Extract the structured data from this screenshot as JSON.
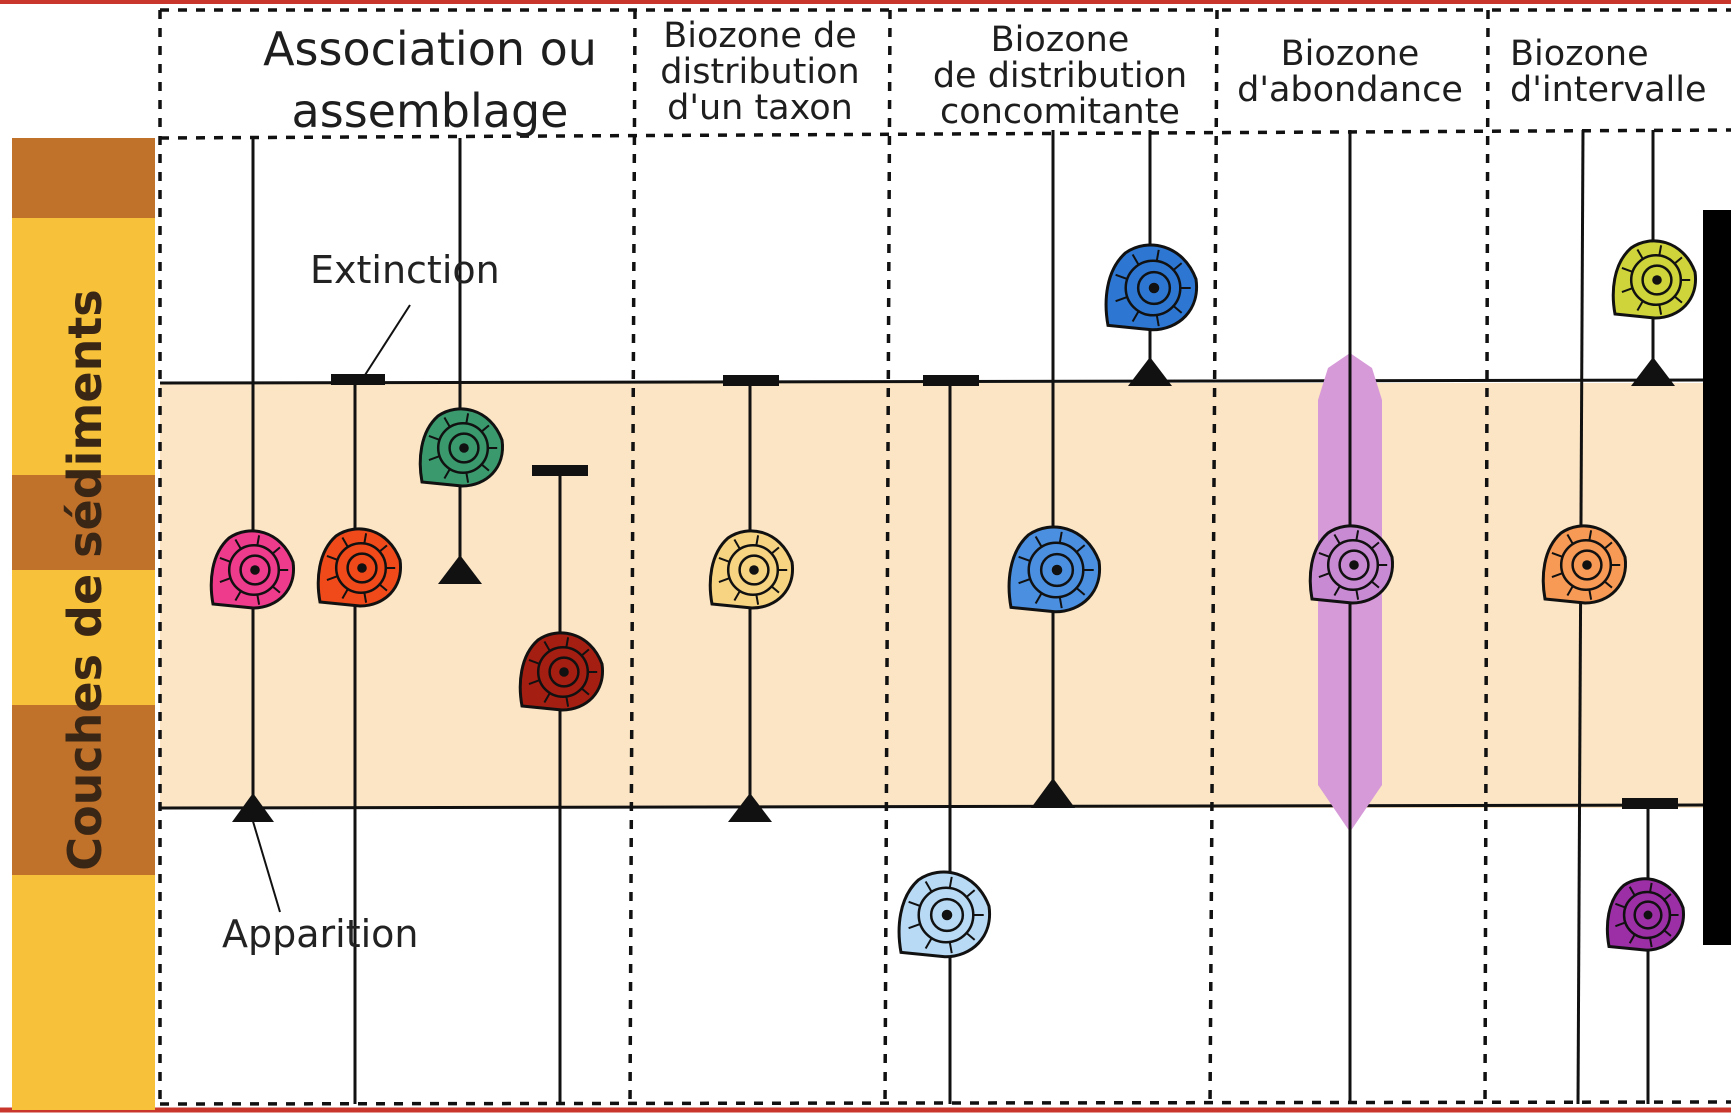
{
  "header": {
    "col1": "Association ou\nassemblage",
    "col2": "Biozone de\ndistribution\nd'un taxon",
    "col3": "Biozone\nde distribution\nconcomitante",
    "col4": "Biozone\nd'abondance",
    "col5": "Biozone\nd'intervalle"
  },
  "labels": {
    "extinction": "Extinction",
    "apparition": "Apparition",
    "side": "Couches de sédiments"
  },
  "colors": {
    "band": "#fbe5c4",
    "strata_dark": "#c0712a",
    "strata_light": "#f7c23a",
    "abundance": "#d69ad8",
    "fossil_pink": "#ee3b8c",
    "fossil_red": "#f04a1a",
    "fossil_green": "#3a9a6e",
    "fossil_darkred": "#a51e12",
    "fossil_yellow": "#f6d482",
    "fossil_blue": "#2d77d2",
    "fossil_midblue": "#4a8fe0",
    "fossil_lightblue": "#b8daf4",
    "fossil_lilac": "#c98ad4",
    "fossil_orange": "#f69a55",
    "fossil_olive": "#cfd43a",
    "fossil_purple": "#9c2fa5"
  },
  "icons": [
    "ammonite-icon",
    "extinction-bar-icon",
    "apparition-arrow-icon"
  ]
}
